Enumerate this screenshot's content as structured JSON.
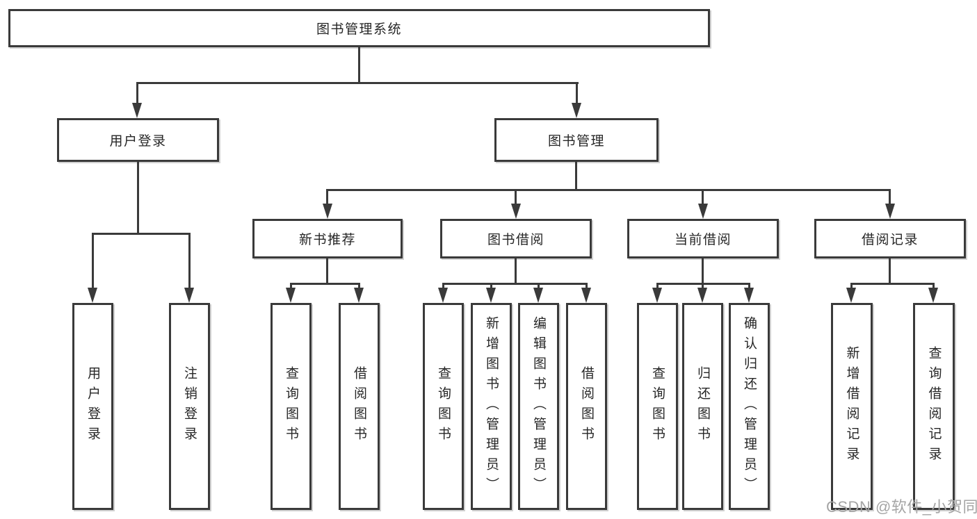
{
  "diagram": {
    "root_label": "图书管理系统",
    "branches": [
      {
        "label": "用户登录",
        "children": [
          "用户登录",
          "注销登录"
        ]
      },
      {
        "label": "图书管理",
        "groups": [
          {
            "label": "新书推荐",
            "children": [
              "查询图书",
              "借阅图书"
            ]
          },
          {
            "label": "图书借阅",
            "children": [
              "查询图书",
              "新增图书（管理员）",
              "编辑图书（管理员）",
              "借阅图书"
            ]
          },
          {
            "label": "当前借阅",
            "children": [
              "查询图书",
              "归还图书",
              "确认归还（管理员）"
            ]
          },
          {
            "label": "借阅记录",
            "children": [
              "新增借阅记录",
              "查询借阅记录"
            ]
          }
        ]
      }
    ]
  },
  "watermark": "CSDN @软件_小贺同学",
  "colors": {
    "line": "#3a3a3a",
    "background": "#ffffff",
    "watermark": "#a5a5a5"
  }
}
